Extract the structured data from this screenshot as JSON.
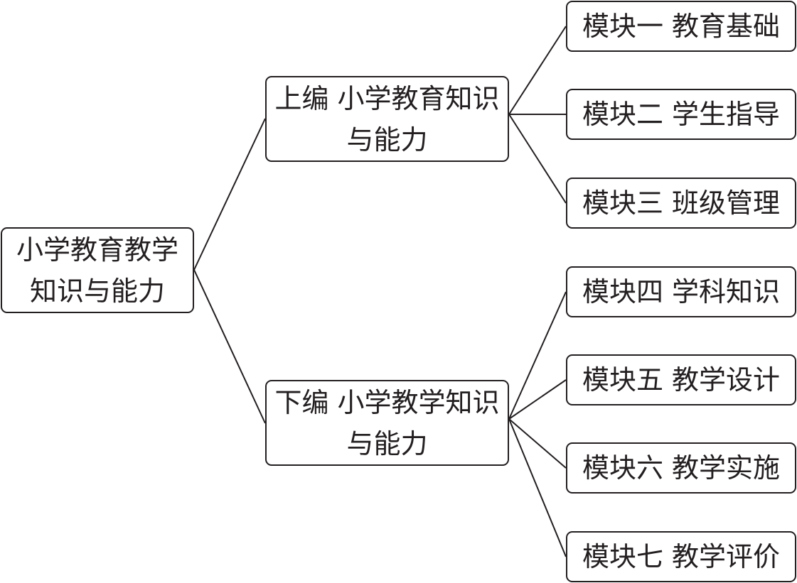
{
  "root": {
    "lines": [
      "小学教育教学",
      "知识与能力"
    ]
  },
  "parts": [
    {
      "lines": [
        "上编 小学教育知识",
        "与能力"
      ],
      "modules": [
        "模块一 教育基础",
        "模块二 学生指导",
        "模块三 班级管理"
      ]
    },
    {
      "lines": [
        "下编 小学教学知识",
        "与能力"
      ],
      "modules": [
        "模块四 学科知识",
        "模块五 教学设计",
        "模块六 教学实施",
        "模块七 教学评价"
      ]
    }
  ],
  "colors": {
    "stroke": "#231f20",
    "background": "#ffffff"
  }
}
